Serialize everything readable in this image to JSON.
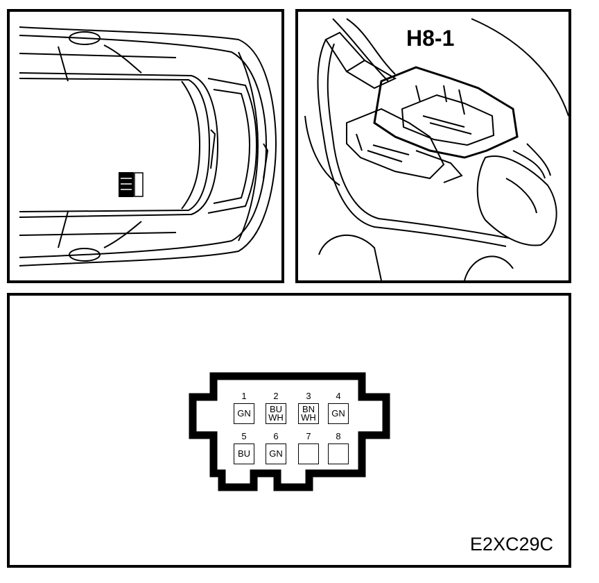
{
  "photo": {
    "label": "H8-1"
  },
  "footer": {
    "code": "E2XC29C"
  },
  "connector": {
    "pins": [
      {
        "num": "1",
        "wire": [
          "GN"
        ]
      },
      {
        "num": "2",
        "wire": [
          "BU",
          "WH"
        ]
      },
      {
        "num": "3",
        "wire": [
          "BN",
          "WH"
        ]
      },
      {
        "num": "4",
        "wire": [
          "GN"
        ]
      },
      {
        "num": "5",
        "wire": [
          "BU"
        ]
      },
      {
        "num": "6",
        "wire": [
          "GN"
        ]
      },
      {
        "num": "7",
        "wire": []
      },
      {
        "num": "8",
        "wire": []
      }
    ]
  }
}
